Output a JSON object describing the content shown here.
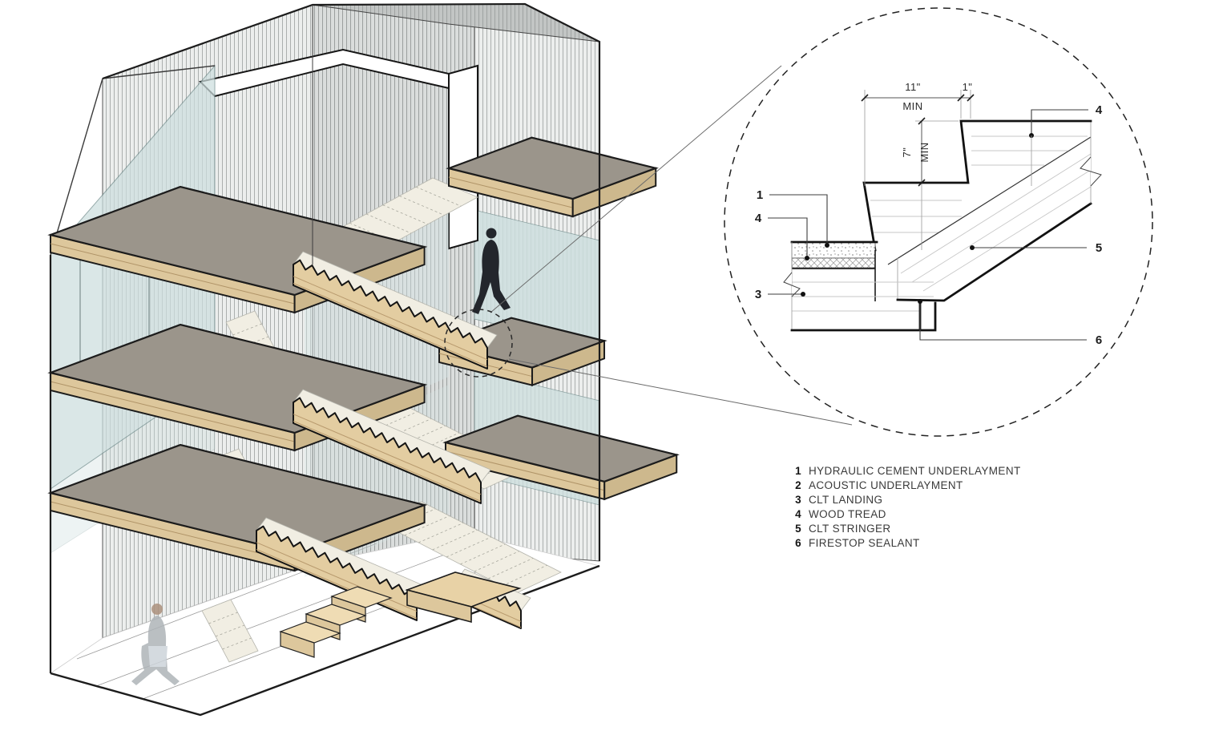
{
  "detail": {
    "dims": {
      "tread_width": "11\"",
      "tread_width_min": "MIN",
      "nosing": "1\"",
      "riser_height": "7\"",
      "riser_height_min": "MIN"
    },
    "callouts": {
      "left_top": "1",
      "left_mid": "4",
      "left_bottom": "3",
      "right_top": "4",
      "right_mid": "5",
      "right_bottom": "6"
    }
  },
  "legend": {
    "items": [
      {
        "num": "1",
        "label": "HYDRAULIC CEMENT UNDERLAYMENT"
      },
      {
        "num": "2",
        "label": "ACOUSTIC UNDERLAYMENT"
      },
      {
        "num": "3",
        "label": "CLT LANDING"
      },
      {
        "num": "4",
        "label": "WOOD TREAD"
      },
      {
        "num": "5",
        "label": "CLT STRINGER"
      },
      {
        "num": "6",
        "label": "FIRESTOP SEALANT"
      }
    ]
  },
  "colors": {
    "glass_teal": "#cddede",
    "wood": "#ddc79c",
    "wood_light": "#efdcb4",
    "landing_gray": "#9b958b",
    "tread_cream": "#f1eee3",
    "line": "#1c1c1c"
  }
}
